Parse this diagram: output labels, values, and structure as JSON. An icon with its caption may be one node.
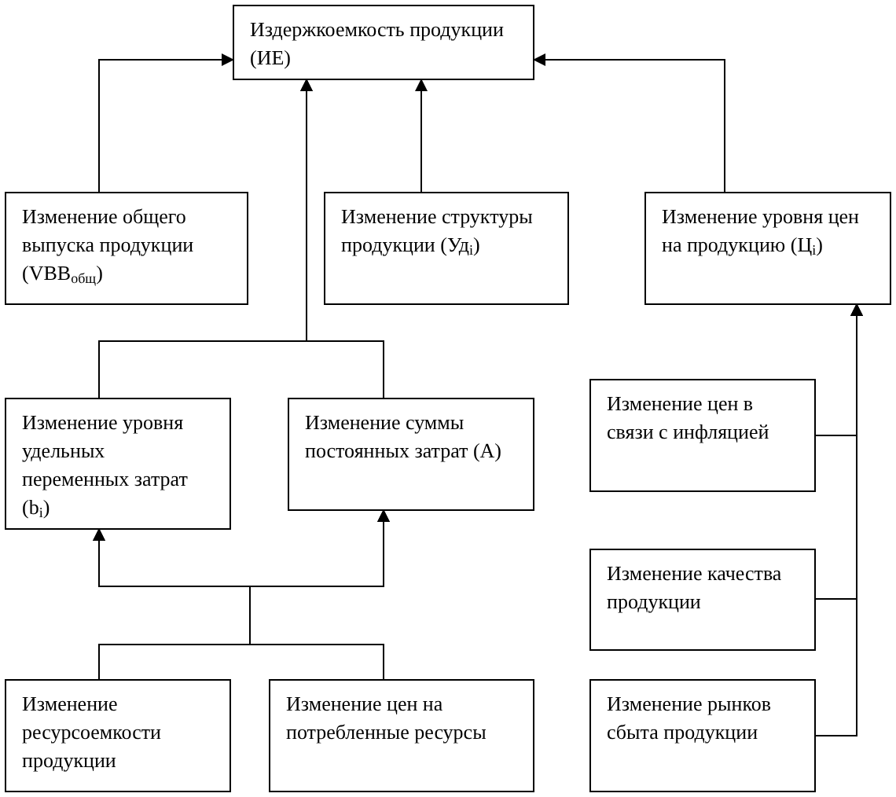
{
  "diagram": {
    "nodes": [
      {
        "text": [
          "Издержкоемкость продукции (ИЕ)"
        ]
      },
      {
        "text": [
          "Изменение общего выпуска продукции (VBB$_{общ}$)"
        ]
      },
      {
        "text": [
          "Изменение структуры продукции (Уд$_{i}$)"
        ]
      },
      {
        "text": [
          "Изменение уровня цен на продукцию (Ц$_{i}$)"
        ]
      },
      {
        "text": [
          "Изменение уровня удельных переменных затрат (b$_{i}$)"
        ]
      },
      {
        "text": [
          "Изменение суммы постоянных затрат (А)"
        ]
      },
      {
        "text": [
          "Изменение цен в связи с инфляцией"
        ]
      },
      {
        "text": [
          "Изменение качества продукции"
        ]
      },
      {
        "text": [
          "Изменение рынков сбыта продукции"
        ]
      },
      {
        "text": [
          "Изменение ресурсоемкости продукции"
        ]
      },
      {
        "text": [
          "Изменение цен на потребленные ресурсы"
        ]
      }
    ],
    "edges": [
      {
        "from": 1,
        "to": 0,
        "arrow": "to"
      },
      {
        "from": 2,
        "to": 0,
        "arrow": "to"
      },
      {
        "from": 3,
        "to": 0,
        "arrow": "to"
      },
      {
        "from": 4,
        "to": 0,
        "arrow": "to"
      },
      {
        "from": 5,
        "to": 0,
        "arrow": "to"
      },
      {
        "from": 9,
        "to": 4,
        "arrow": "to"
      },
      {
        "from": 9,
        "to": 5,
        "arrow": "to"
      },
      {
        "from": 10,
        "to": 4,
        "arrow": "to"
      },
      {
        "from": 10,
        "to": 5,
        "arrow": "to"
      },
      {
        "from": 6,
        "to": 3,
        "arrow": "to"
      },
      {
        "from": 7,
        "to": 3,
        "arrow": "to"
      },
      {
        "from": 8,
        "to": 3,
        "arrow": "to"
      }
    ]
  }
}
